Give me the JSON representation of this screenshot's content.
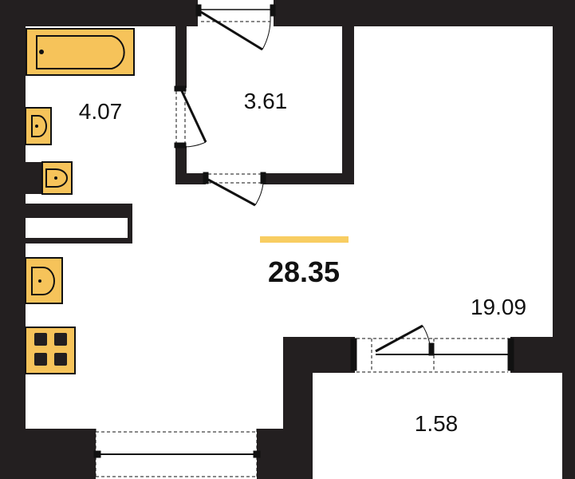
{
  "floorplan": {
    "total_area": "28.35",
    "rooms": [
      {
        "id": "bathroom",
        "area": "4.07"
      },
      {
        "id": "hallway",
        "area": "3.61"
      },
      {
        "id": "living-room",
        "area": "19.09"
      },
      {
        "id": "balcony",
        "area": "1.58"
      }
    ]
  },
  "colors": {
    "wall": "#231f20",
    "fixture": "#f6c35a",
    "accent_bar": "#f8cd62",
    "line": "#111111",
    "background": "#ffffff"
  }
}
